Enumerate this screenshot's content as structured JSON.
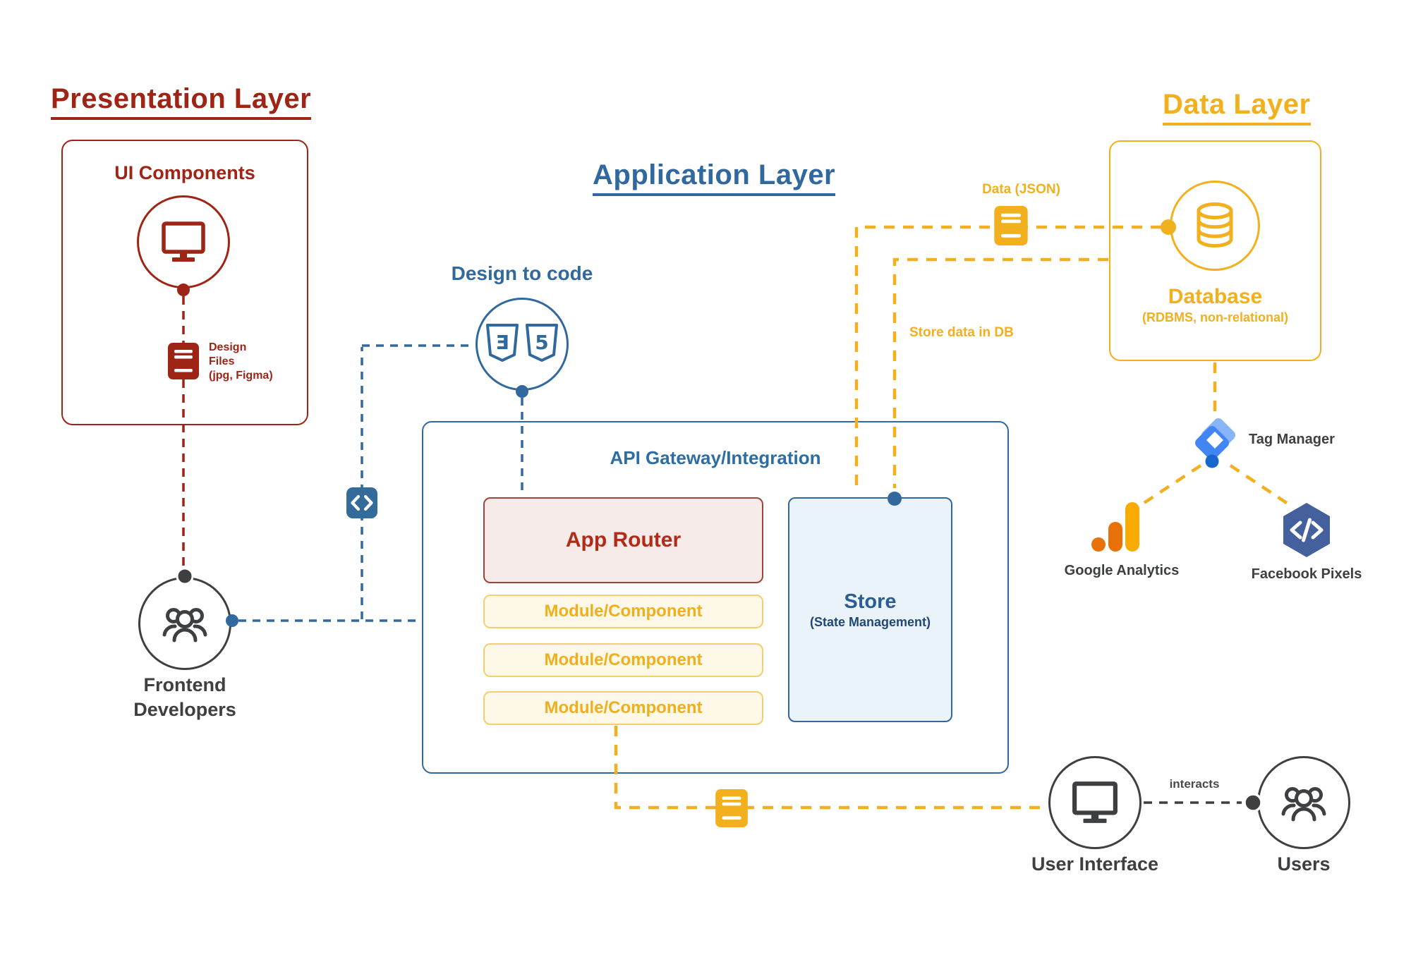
{
  "titles": {
    "presentation": "Presentation Layer",
    "application": "Application Layer",
    "data": "Data Layer"
  },
  "presentation": {
    "ui_components_title": "UI Components",
    "design_files": {
      "line1": "Design",
      "line2": "Files",
      "line3": "(jpg, Figma)"
    },
    "frontend_developers": {
      "line1": "Frontend",
      "line2": "Developers"
    }
  },
  "application": {
    "design_to_code": "Design to code",
    "gateway_title": "API Gateway/Integration",
    "app_router": "App Router",
    "modules": [
      "Module/Component",
      "Module/Component",
      "Module/Component"
    ],
    "store_title": "Store",
    "store_subtitle": "(State Management)"
  },
  "data": {
    "database_title": "Database",
    "database_subtitle": "(RDBMS, non-relational)",
    "data_json_label": "Data (JSON)",
    "store_data_label": "Store data in DB",
    "tag_manager": "Tag Manager",
    "google_analytics": "Google Analytics",
    "facebook_pixels": "Facebook Pixels"
  },
  "bottom": {
    "user_interface": "User Interface",
    "users": "Users",
    "interacts": "interacts"
  },
  "palette": {
    "red": "#9E2415",
    "red_text": "#B02C18",
    "blue": "#31689E",
    "blue_title": "#2E6DA3",
    "gold": "#F2B01E",
    "gold_border": "#F3CF6F",
    "cream_fill": "#FDF8E8",
    "pink_fill": "#F6EBE9",
    "store_fill": "#EAF2FA",
    "dark_gray": "#3E3F41",
    "ga_amber": "#F9AB00",
    "ga_orange": "#E8710A",
    "fb_navy": "#44619D",
    "gtm_blue": "#4285F4",
    "gtm_light": "#8AB4F8",
    "gtm_dark": "#1765CF"
  },
  "icons": {
    "ui_components": "monitor-icon",
    "design_files": "document-icon",
    "frontend_developers": "users-group-icon",
    "design_to_code": "css3-html5-shields-icon",
    "code_junction": "code-icon",
    "data_json": "document-icon",
    "store_to_ui": "document-icon",
    "database": "database-cylinder-icon",
    "tag_manager": "tag-manager-icon",
    "google_analytics": "google-analytics-icon",
    "facebook_pixels": "facebook-pixels-icon",
    "user_interface": "monitor-icon",
    "users": "users-group-icon"
  }
}
